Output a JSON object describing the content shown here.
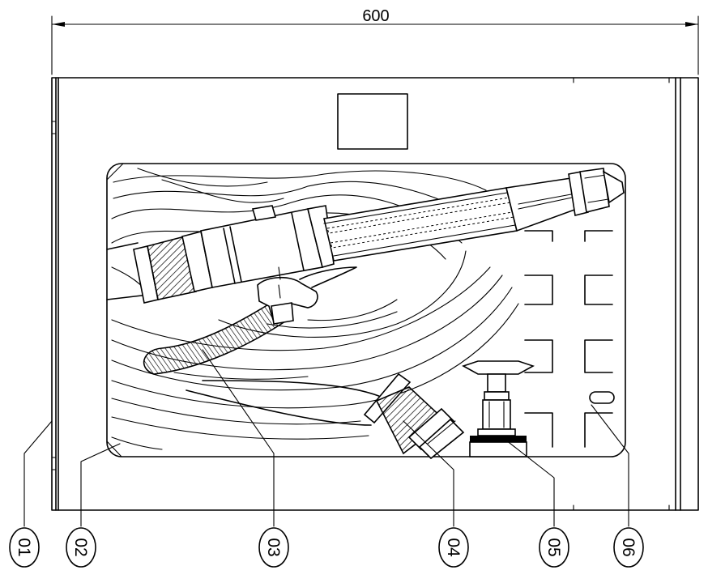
{
  "dimension": {
    "width_label": "600"
  },
  "callouts": [
    {
      "label": "01",
      "part": "cabinet-frame"
    },
    {
      "label": "02",
      "part": "door-panel"
    },
    {
      "label": "03",
      "part": "hose"
    },
    {
      "label": "04",
      "part": "coupling"
    },
    {
      "label": "05",
      "part": "valve"
    },
    {
      "label": "06",
      "part": "panel-cutouts"
    }
  ]
}
